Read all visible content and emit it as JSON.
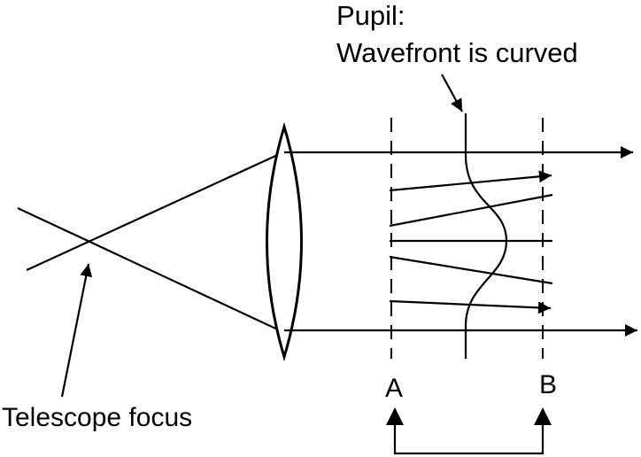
{
  "labels": {
    "pupil_title": "Pupil:",
    "pupil_subtitle": "Wavefront  is curved",
    "telescope_focus": "Telescope focus",
    "plane_a": "A",
    "plane_b": "B"
  },
  "colors": {
    "ink": "#000000",
    "background": "#ffffff"
  }
}
